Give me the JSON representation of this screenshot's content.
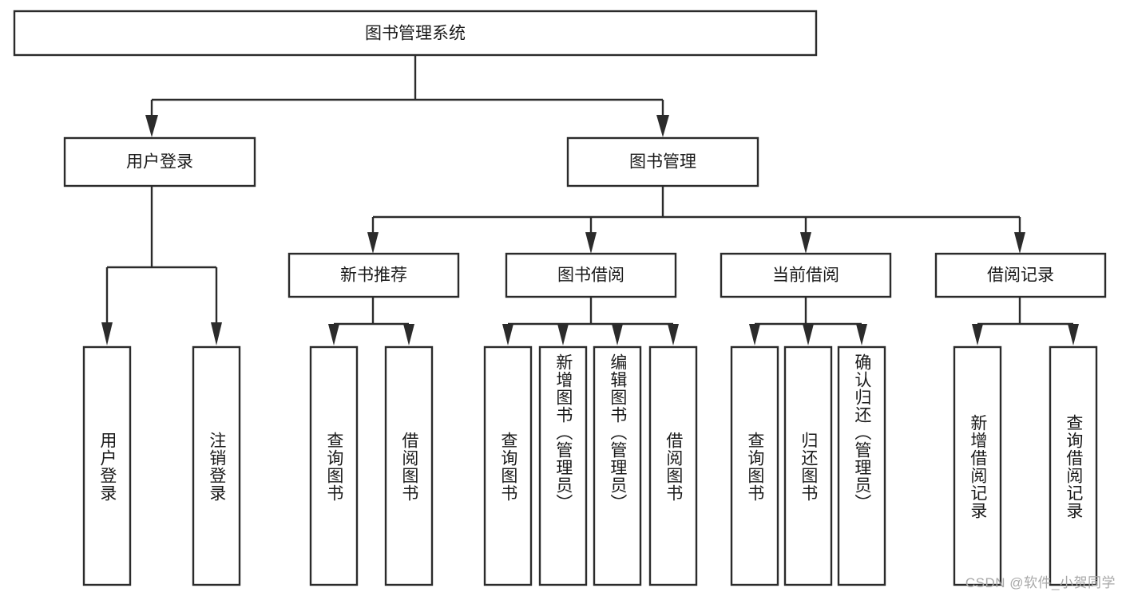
{
  "diagram": {
    "title": "图书管理系统",
    "type": "hierarchical-tree",
    "orientation": "top-down",
    "colors": {
      "stroke": "#2b2b2b",
      "fill": "#ffffff",
      "text": "#1a1a1a",
      "watermark": "#a8a8a8",
      "background": "#ffffff"
    },
    "root": {
      "id": "root",
      "label": "图书管理系统",
      "orientation": "horizontal"
    },
    "level1": [
      {
        "id": "user-login",
        "label": "用户登录",
        "orientation": "horizontal"
      },
      {
        "id": "book-management",
        "label": "图书管理",
        "orientation": "horizontal"
      }
    ],
    "level2": [
      {
        "id": "new-book-recommend",
        "label": "新书推荐",
        "parent": "book-management",
        "orientation": "horizontal"
      },
      {
        "id": "book-borrow",
        "label": "图书借阅",
        "parent": "book-management",
        "orientation": "horizontal"
      },
      {
        "id": "current-borrow",
        "label": "当前借阅",
        "parent": "book-management",
        "orientation": "horizontal"
      },
      {
        "id": "borrow-record",
        "label": "借阅记录",
        "parent": "book-management",
        "orientation": "horizontal"
      }
    ],
    "leaves": [
      {
        "id": "leaf-user-login",
        "label": "用户登录",
        "parent": "user-login",
        "orientation": "vertical"
      },
      {
        "id": "leaf-logout",
        "label": "注销登录",
        "parent": "user-login",
        "orientation": "vertical"
      },
      {
        "id": "leaf-query-book-1",
        "label": "查询图书",
        "parent": "new-book-recommend",
        "orientation": "vertical"
      },
      {
        "id": "leaf-borrow-book-1",
        "label": "借阅图书",
        "parent": "new-book-recommend",
        "orientation": "vertical"
      },
      {
        "id": "leaf-query-book-2",
        "label": "查询图书",
        "parent": "book-borrow",
        "orientation": "vertical"
      },
      {
        "id": "leaf-add-book",
        "label": "新增图书（管理员）",
        "parent": "book-borrow",
        "orientation": "vertical"
      },
      {
        "id": "leaf-edit-book",
        "label": "编辑图书（管理员）",
        "parent": "book-borrow",
        "orientation": "vertical"
      },
      {
        "id": "leaf-borrow-book-2",
        "label": "借阅图书",
        "parent": "book-borrow",
        "orientation": "vertical"
      },
      {
        "id": "leaf-query-book-3",
        "label": "查询图书",
        "parent": "current-borrow",
        "orientation": "vertical"
      },
      {
        "id": "leaf-return-book",
        "label": "归还图书",
        "parent": "current-borrow",
        "orientation": "vertical"
      },
      {
        "id": "leaf-confirm-return",
        "label": "确认归还（管理员）",
        "parent": "current-borrow",
        "orientation": "vertical"
      },
      {
        "id": "leaf-add-record",
        "label": "新增借阅记录",
        "parent": "borrow-record",
        "orientation": "vertical"
      },
      {
        "id": "leaf-query-record",
        "label": "查询借阅记录",
        "parent": "borrow-record",
        "orientation": "vertical"
      }
    ],
    "watermark": "CSDN @软件_小贺同学"
  }
}
